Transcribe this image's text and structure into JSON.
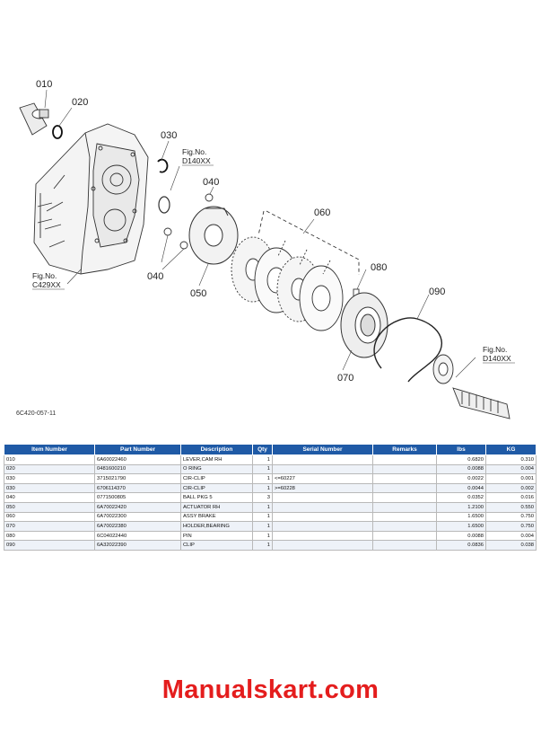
{
  "diagram": {
    "callouts": [
      "010",
      "020",
      "030",
      "040",
      "040",
      "050",
      "060",
      "070",
      "080",
      "090"
    ],
    "fig_refs": [
      {
        "line1": "Fig.No.",
        "line2": "D140XX"
      },
      {
        "line1": "Fig.No.",
        "line2": "C429XX"
      },
      {
        "line1": "Fig.No.",
        "line2": "D140XX"
      }
    ],
    "drawing_number": "6C420-057-11"
  },
  "table": {
    "headers": [
      "Item Number",
      "Part Number",
      "Description",
      "Qty",
      "Serial Number",
      "Remarks",
      "lbs",
      "KG"
    ],
    "rows": [
      [
        "010",
        "6A60022460",
        "LEVER,CAM RH",
        "1",
        "",
        "",
        "0.6820",
        "0.310"
      ],
      [
        "020",
        "0481600210",
        "O RING",
        "1",
        "",
        "",
        "0.0088",
        "0.004"
      ],
      [
        "030",
        "3715021790",
        "CIR-CLIP",
        "1",
        "<=60227",
        "",
        "0.0022",
        "0.001"
      ],
      [
        "030",
        "6706114370",
        "CIR-CLIP",
        "1",
        ">=60228",
        "",
        "0.0044",
        "0.002"
      ],
      [
        "040",
        "0771500805",
        "BALL PKG 5",
        "3",
        "",
        "",
        "0.0352",
        "0.016"
      ],
      [
        "050",
        "6A70022420",
        "ACTUATOR RH",
        "1",
        "",
        "",
        "1.2100",
        "0.550"
      ],
      [
        "060",
        "6A70022300",
        "ASSY BRAKE",
        "1",
        "",
        "",
        "1.6500",
        "0.750"
      ],
      [
        "070",
        "6A70022380",
        "HOLDER,BEARING",
        "1",
        "",
        "",
        "1.6500",
        "0.750"
      ],
      [
        "080",
        "6C04022440",
        "PIN",
        "1",
        "",
        "",
        "0.0088",
        "0.004"
      ],
      [
        "090",
        "6A32022390",
        "CLIP",
        "1",
        "",
        "",
        "0.0836",
        "0.038"
      ]
    ]
  },
  "footer": {
    "brand": "Manualskart.com"
  },
  "colors": {
    "header_bg": "#1f5aa6",
    "brand": "#e41d1d"
  }
}
